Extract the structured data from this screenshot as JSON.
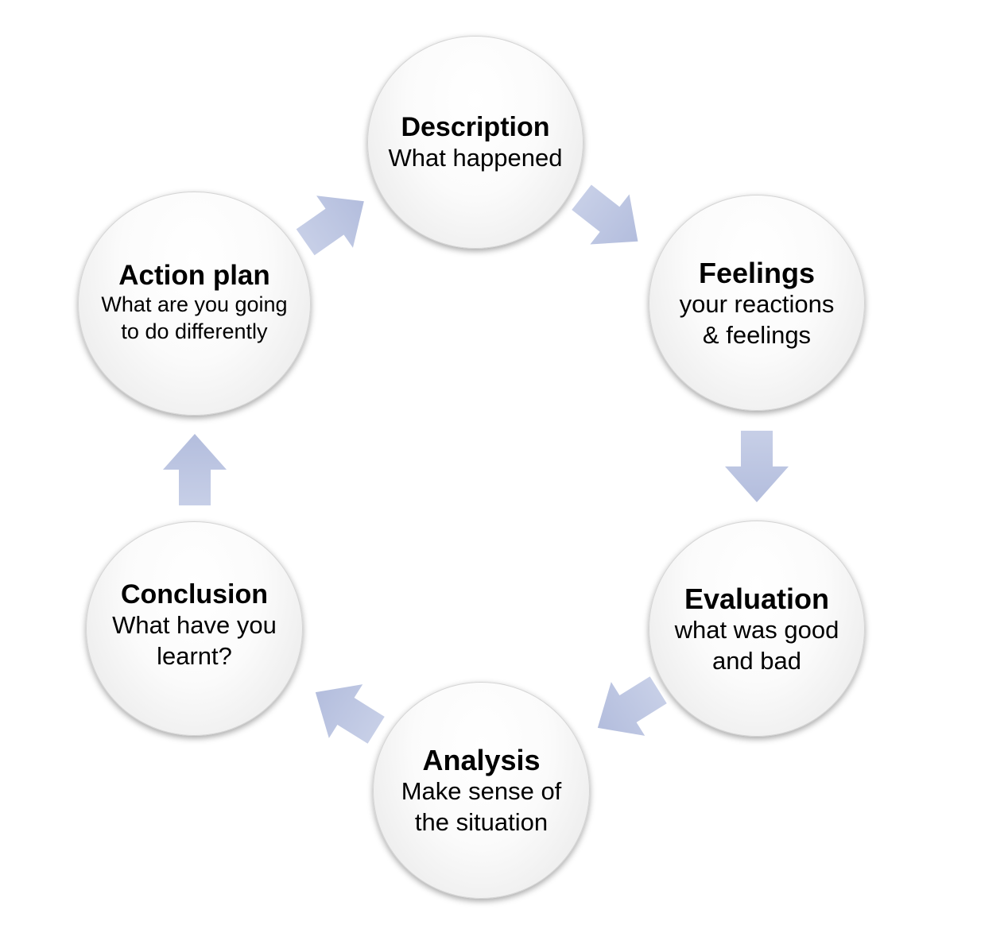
{
  "diagram": {
    "type": "cycle",
    "colors": {
      "arrow_fill": "#b3bddd",
      "arrow_fill_light": "#c7cfe7",
      "node_fill": "#f6f6f6",
      "node_border": "#d4d4d4"
    },
    "nodes": [
      {
        "id": "description",
        "title": "Description",
        "text": "What happened"
      },
      {
        "id": "feelings",
        "title": "Feelings",
        "text": "your reactions & feelings"
      },
      {
        "id": "evaluation",
        "title": "Evaluation",
        "text": "what was good and bad"
      },
      {
        "id": "analysis",
        "title": "Analysis",
        "text": "Make sense of the situation"
      },
      {
        "id": "conclusion",
        "title": "Conclusion",
        "text": "What have you learnt?"
      },
      {
        "id": "actionplan",
        "title": "Action plan",
        "text": "What are you going to do differently"
      }
    ],
    "edges": [
      {
        "from": "description",
        "to": "feelings"
      },
      {
        "from": "feelings",
        "to": "evaluation"
      },
      {
        "from": "evaluation",
        "to": "analysis"
      },
      {
        "from": "analysis",
        "to": "conclusion"
      },
      {
        "from": "conclusion",
        "to": "actionplan"
      },
      {
        "from": "actionplan",
        "to": "description"
      }
    ]
  }
}
